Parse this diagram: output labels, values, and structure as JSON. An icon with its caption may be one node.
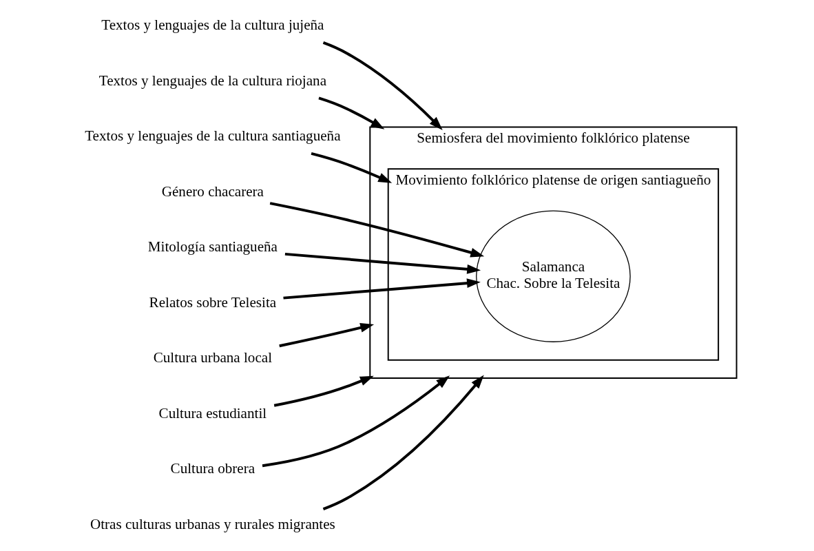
{
  "diagram": {
    "nodes": [
      {
        "text": [
          "Semiosfera del movimiento folklórico platense"
        ]
      },
      {
        "text": [
          "Movimiento folklórico platense de origen santiagueño"
        ],
        "in": 0
      },
      {
        "text": [
          "Salamanca",
          "Chac. Sobre la Telesita"
        ],
        "in": 1
      },
      {
        "text": [
          "Textos y lenguajes de la cultura jujeña"
        ]
      },
      {
        "text": [
          "Textos y lenguajes de la cultura riojana"
        ]
      },
      {
        "text": [
          "Textos y lenguajes de la cultura santiagueña"
        ]
      },
      {
        "text": [
          "Género chacarera"
        ]
      },
      {
        "text": [
          "Mitología santiagueña"
        ]
      },
      {
        "text": [
          "Relatos sobre Telesita"
        ]
      },
      {
        "text": [
          "Cultura urbana local"
        ]
      },
      {
        "text": [
          "Cultura estudiantil"
        ]
      },
      {
        "text": [
          "Cultura obrera"
        ]
      },
      {
        "text": [
          "Otras culturas urbanas y rurales migrantes"
        ]
      }
    ],
    "edges": [
      {
        "from": 3,
        "to": 0,
        "arrow": "to"
      },
      {
        "from": 4,
        "to": 0,
        "arrow": "to"
      },
      {
        "from": 5,
        "to": 1,
        "arrow": "to"
      },
      {
        "from": 6,
        "to": 2,
        "arrow": "to"
      },
      {
        "from": 7,
        "to": 2,
        "arrow": "to"
      },
      {
        "from": 8,
        "to": 2,
        "arrow": "to"
      },
      {
        "from": 9,
        "to": 0,
        "arrow": "to"
      },
      {
        "from": 10,
        "to": 0,
        "arrow": "to"
      },
      {
        "from": 11,
        "to": 0,
        "arrow": "to"
      },
      {
        "from": 12,
        "to": 0,
        "arrow": "to"
      }
    ]
  }
}
